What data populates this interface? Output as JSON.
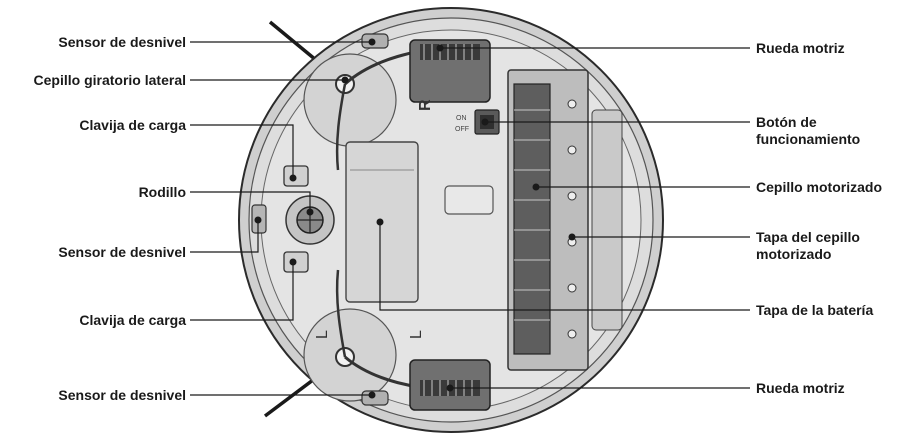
{
  "colors": {
    "body": "#d9d9d9",
    "body_light": "#e6e6e6",
    "outline": "#2b2b2b",
    "dark": "#444444",
    "leader": "#1a1a1a"
  },
  "labels_left": [
    "Sensor de desnivel",
    "Cepillo giratorio lateral",
    "Clavija de carga",
    "Rodillo",
    "Sensor de desnivel",
    "Clavija de carga",
    "Sensor de desnivel"
  ],
  "labels_right": [
    "Rueda motriz",
    "Botón de\nfuncionamiento",
    "Cepillo motorizado",
    "Tapa del cepillo\nmotorizado",
    "Tapa de la batería",
    "Rueda motriz"
  ],
  "markings": {
    "r": "R",
    "l1": "L",
    "l2": "L",
    "switch_on": "ON",
    "switch_off": "OFF"
  }
}
